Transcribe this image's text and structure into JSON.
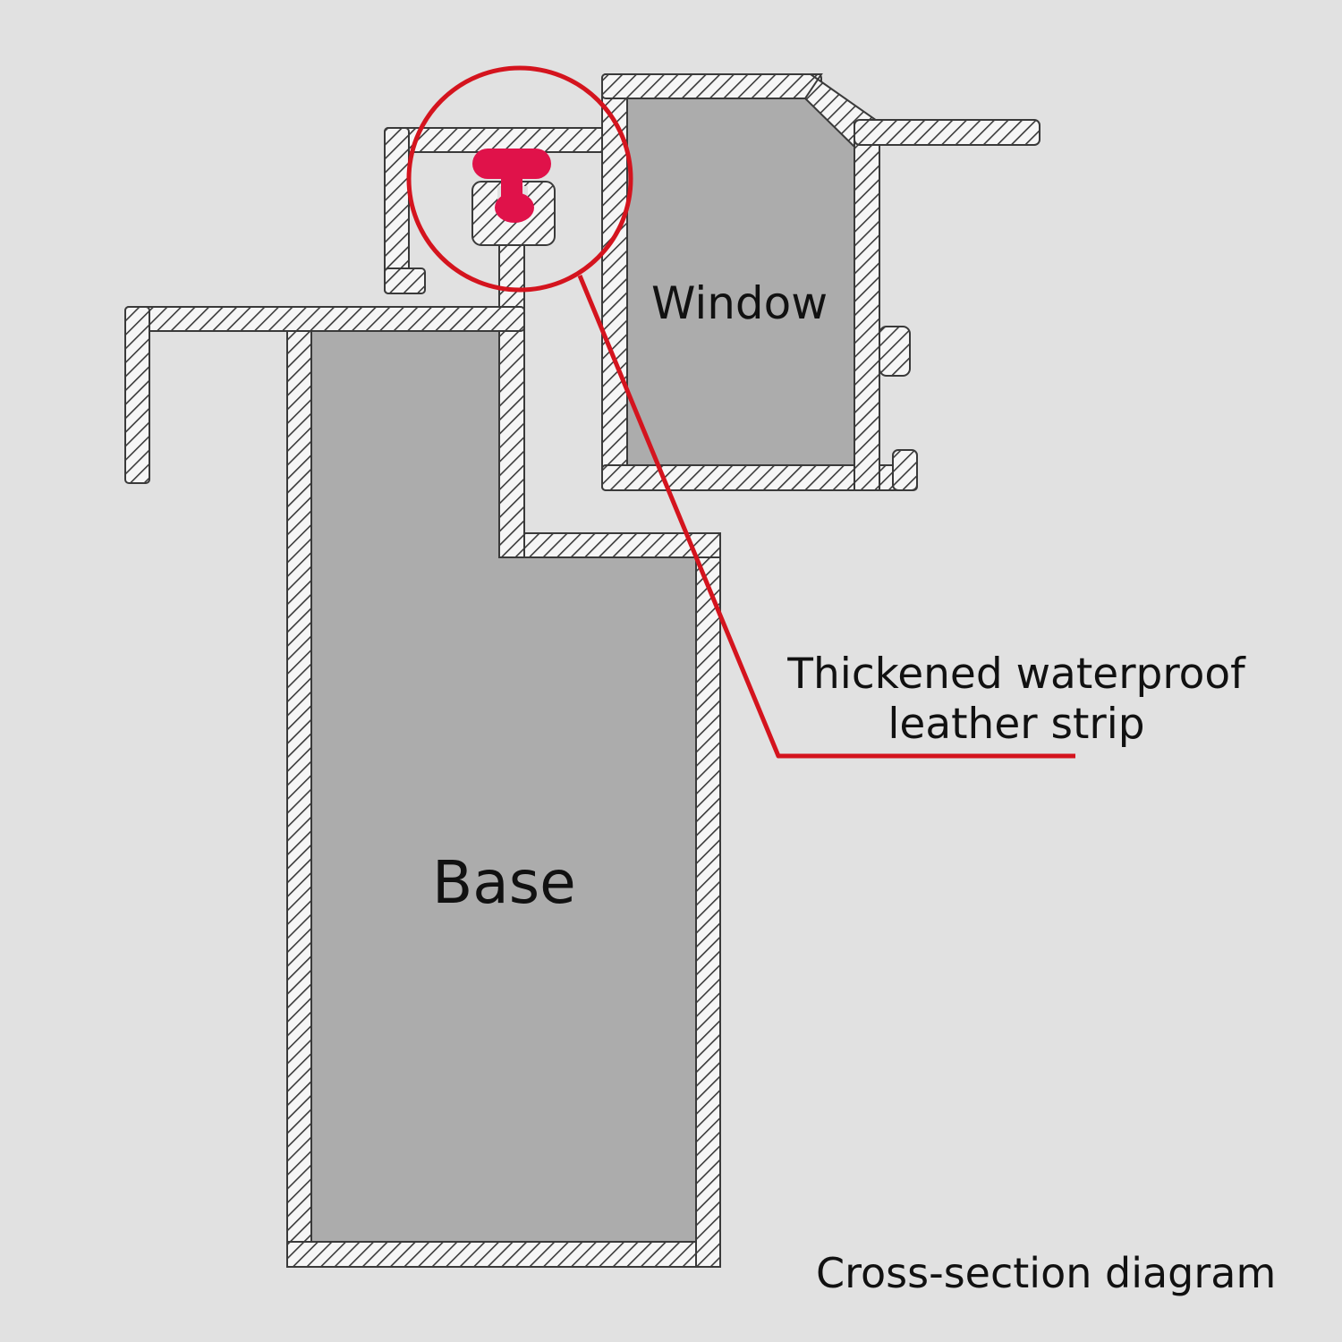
{
  "labels": {
    "window": "Window",
    "base": "Base",
    "strip_line1": "Thickened waterproof",
    "strip_line2": "leather strip",
    "caption": "Cross-section diagram"
  },
  "colors": {
    "background": "#e1e1e1",
    "fill": "#acacac",
    "wall": "#f6f6f6",
    "outline": "#3a3a3a",
    "accent": "#d4141e",
    "seal": "#e0124a"
  }
}
